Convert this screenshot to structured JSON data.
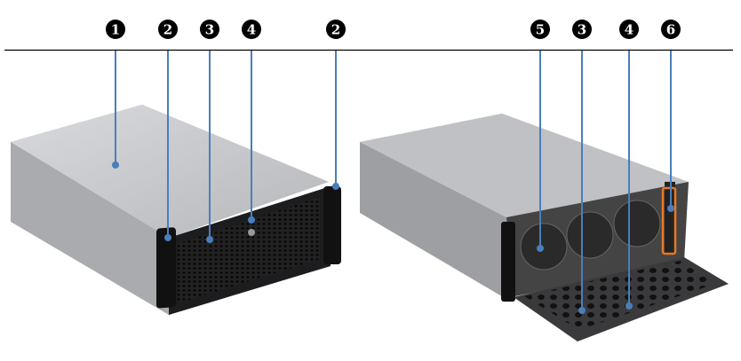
{
  "callouts": {
    "left": [
      {
        "id": "c1",
        "label": "1"
      },
      {
        "id": "c2a",
        "label": "2"
      },
      {
        "id": "c3",
        "label": "3"
      },
      {
        "id": "c4",
        "label": "4"
      },
      {
        "id": "c2b",
        "label": "2"
      }
    ],
    "right": [
      {
        "id": "c5",
        "label": "5"
      },
      {
        "id": "c3r",
        "label": "3"
      },
      {
        "id": "c4r",
        "label": "4"
      },
      {
        "id": "c6",
        "label": "6"
      }
    ]
  },
  "colors": {
    "leader": "#4a7ebb",
    "callout": "#000000",
    "highlight": "#e87722"
  }
}
